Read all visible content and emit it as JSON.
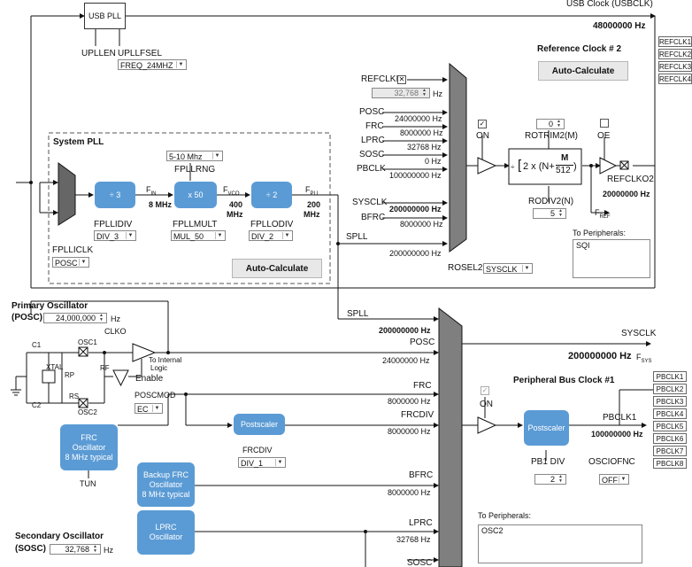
{
  "usb_pll": {
    "title": "USB PLL",
    "uplle": "UPLLEN",
    "upllfsel": "UPLLFSEL",
    "freq_sel": "FREQ_24MHZ",
    "clock_label": "USB Clock (USBCLK)",
    "clock_value": "48000000 Hz"
  },
  "refclk": {
    "title": "Reference Clock # 2",
    "autocalc": "Auto-Calculate",
    "refclki": "REFCLKI",
    "refclki_val": "32,768",
    "hz": "Hz",
    "inputs": [
      {
        "name": "POSC",
        "value": "24000000 Hz"
      },
      {
        "name": "FRC",
        "value": "8000000 Hz"
      },
      {
        "name": "LPRC",
        "value": "32768 Hz"
      },
      {
        "name": "SOSC",
        "value": "0 Hz"
      },
      {
        "name": "PBCLK",
        "value": "100000000 Hz"
      },
      {
        "name": "SYSCLK",
        "value": "200000000 Hz"
      },
      {
        "name": "BFRC",
        "value": "8000000 Hz"
      }
    ],
    "spll_label": "SPLL",
    "spll_value": "200000000 Hz",
    "on": "ON",
    "oe": "OE",
    "rotrim": "ROTRIM2(M)",
    "rotrim_val": "0",
    "formula": {
      "pre": "2 x (N+",
      "m": "M",
      "den": "512",
      "post": ")"
    },
    "rodiv": "RODIV2(N)",
    "rodiv_val": "5",
    "refclko": "REFCLKO2",
    "refclko_val": "20000000 Hz",
    "fref": "F",
    "fref_sub": "REF",
    "rosel": "ROSEL2",
    "rosel_val": "SYSCLK",
    "to_periph": "To Peripherals:",
    "periph_list": "SQI",
    "tabs": [
      "REFCLK1",
      "REFCLK2",
      "REFCLK3",
      "REFCLK4"
    ]
  },
  "syspll": {
    "title": "System PLL",
    "range_sel": "5-10 Mhz",
    "fpllrng": "FPLLRNG",
    "div3": "÷ 3",
    "x50": "x 50",
    "div2": "÷ 2",
    "fin": "F",
    "fin_sub": "IN",
    "fin_val": "8 MHz",
    "fvco": "F",
    "fvco_sub": "VCO",
    "fvco_val1": "400",
    "fvco_val2": "MHz",
    "fpll": "F",
    "fpll_sub": "PLL",
    "fpll_val1": "200",
    "fpll_val2": "MHz",
    "fpllidiv": "FPLLIDIV",
    "fpllidiv_val": "DIV_3",
    "fpllmult": "FPLLMULT",
    "fpllmult_val": "MUL_50",
    "fpllodiv": "FPLLODIV",
    "fpllodiv_val": "DIV_2",
    "fpllicklk": "FPLLICLK",
    "fpllicklk_val": "POSC",
    "autocalc": "Auto-Calculate"
  },
  "posc": {
    "title1": "Primary Oscillator",
    "title2": "(POSC)",
    "value": "24,000,000",
    "hz": "Hz",
    "clko": "CLKO",
    "c1": "C1",
    "c2": "C2",
    "osc1": "OSC1",
    "osc2": "OSC2",
    "xtal": "XTAL",
    "rp": "RP",
    "rf": "RF",
    "rs": "RS",
    "to_internal1": "To Internal",
    "to_internal2": "Logic",
    "enable": "Enable",
    "poscmod": "POSCMOD",
    "poscmod_val": "EC"
  },
  "frc": {
    "box": [
      "FRC",
      "Oscillator",
      "8 MHz typical"
    ],
    "tun": "TUN",
    "postscaler": "Postscaler",
    "frcdiv": "FRCDIV",
    "frcdiv_val": "DIV_1"
  },
  "bfrc": {
    "box": [
      "Backup FRC",
      "Oscillator",
      "8 MHz typical"
    ]
  },
  "lprc": {
    "box": [
      "LPRC",
      "Oscillator"
    ]
  },
  "sosc": {
    "title1": "Secondary Oscillator",
    "title2": "(SOSC)",
    "value": "32,768",
    "hz": "Hz"
  },
  "sysmux": {
    "inputs": [
      {
        "name": "SPLL",
        "value": "200000000 Hz"
      },
      {
        "name": "POSC",
        "value": "24000000 Hz"
      },
      {
        "name": "FRC",
        "value": "8000000 Hz"
      },
      {
        "name": "FRCDIV",
        "value": "8000000 Hz"
      },
      {
        "name": "BFRC",
        "value": "8000000 Hz"
      },
      {
        "name": "LPRC",
        "value": "32768 Hz"
      },
      {
        "name": "SOSC",
        "value": ""
      }
    ],
    "sysclk": "SYSCLK",
    "sysclk_val": "200000000 Hz",
    "fsys": "F",
    "fsys_sub": "SYS"
  },
  "pbclk": {
    "title": "Peripheral Bus Clock #1",
    "on": "ON",
    "postscaler": "Postscaler",
    "pbclk1": "PBCLK1",
    "pbclk1_val": "100000000 Hz",
    "pb1div": "PB1 DIV",
    "pb1div_val": "2",
    "osciofnc": "OSCIOFNC",
    "osciofnc_val": "OFF",
    "to_periph": "To Peripherals:",
    "periph_list": "OSC2",
    "tabs": [
      "PBCLK1",
      "PBCLK2",
      "PBCLK3",
      "PBCLK4",
      "PBCLK5",
      "PBCLK6",
      "PBCLK7",
      "PBCLK8"
    ]
  },
  "colors": {
    "block": "#5b9bd5",
    "mux": "#7f7f7f",
    "line": "#111111"
  }
}
